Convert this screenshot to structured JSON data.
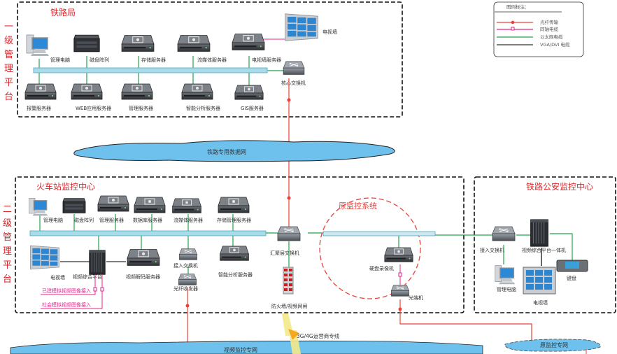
{
  "side_labels": {
    "level1": [
      "一",
      "级",
      "管",
      "理",
      "平",
      "台"
    ],
    "level2": [
      "二",
      "级",
      "管",
      "理",
      "平",
      "台"
    ]
  },
  "legend": {
    "title": "图例标注：",
    "items": [
      {
        "label": "光纤传输",
        "color": "#e8423a"
      },
      {
        "label": "同轴电缆",
        "color": "#e0248c"
      },
      {
        "label": "以太网电缆",
        "color": "#22a34a"
      },
      {
        "label": "VGA\\DVI 电缆",
        "color": "#333333"
      }
    ]
  },
  "bureau": {
    "title": "铁路局",
    "top_devices": [
      "管理电脑",
      "磁盘阵列",
      "存储服务器",
      "流媒体服务器",
      "电视墙服务器"
    ],
    "bottom_devices": [
      "报警服务器",
      "WEB应用服务器",
      "管理服务器",
      "智能分析服务器",
      "GIS服务器"
    ],
    "video_wall": "电视墙",
    "core_switch": "核心交换机"
  },
  "railway_network": "铁路专用数据网",
  "station": {
    "title": "火车站监控中心",
    "top_devices": [
      "管理电脑",
      "磁盘阵列",
      "管理服务器",
      "数据库服务器",
      "流媒体服务器",
      "存储管理服务器"
    ],
    "video_wall": "电视墙",
    "video_platform": "视频综合平台",
    "decode_server": "视频解码服务器",
    "access_switch": "接入交换机",
    "fiber_transceiver": "光纤收发器",
    "smart_server": "智能分析服务器",
    "agg_switch": "汇聚层交换机",
    "firewall": "防火墙/视频网闸",
    "analog_input": "已建模拟视频图像接入",
    "social_input": "社会模拟视频图像接入"
  },
  "legacy": {
    "title": "原监控系统",
    "dvr": "硬盘录像机",
    "optical": "光端机"
  },
  "police": {
    "title": "铁路公安监控中心",
    "access_switch": "接入交换机",
    "platform": "视频综合平台一体机",
    "pc": "管理电脑",
    "keyboard": "键盘",
    "video_wall": "电视墙"
  },
  "bottom": {
    "video_network": "视频监控专网",
    "carrier_line": "3G/4G运营商专线",
    "legacy_network": "原监控专网"
  },
  "colors": {
    "fiber": "#e8423a",
    "coax": "#e0248c",
    "ethernet": "#22a34a",
    "vga": "#333333",
    "bus": "#a9dbe9",
    "cloud": "#6ec1ec",
    "title_red": "#e0262b"
  }
}
